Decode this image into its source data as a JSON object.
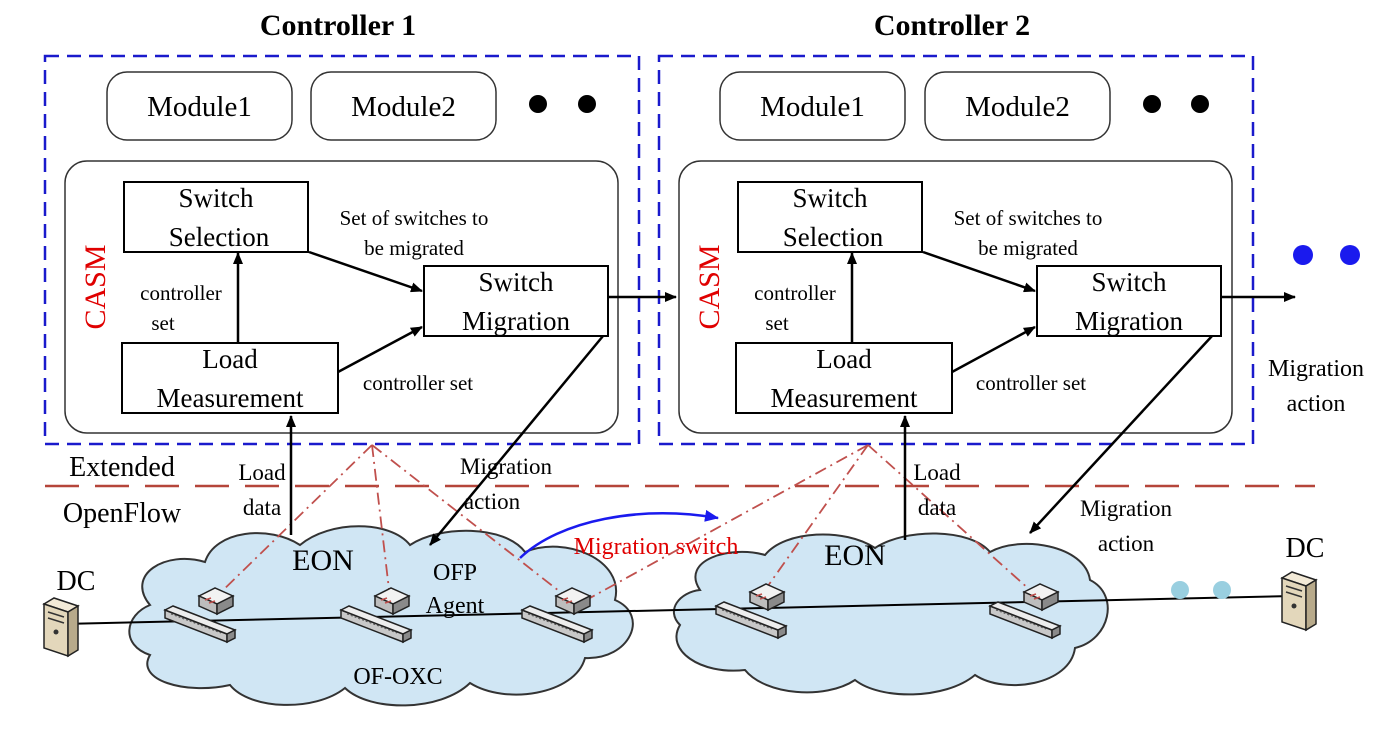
{
  "controllers": [
    {
      "title": "Controller 1",
      "modules": [
        "Module1",
        "Module2"
      ],
      "casm_label": "CASM",
      "switch_selection": [
        "Switch",
        "Selection"
      ],
      "switch_migration": [
        "Switch",
        "Migration"
      ],
      "load_measurement": [
        "Load",
        "Measurement"
      ],
      "set_of_switches": [
        "Set of switches to",
        "be migrated"
      ],
      "controller_set_vertical": [
        "controller",
        "set"
      ],
      "controller_set_bottom": "controller set"
    },
    {
      "title": "Controller 2",
      "modules": [
        "Module1",
        "Module2"
      ],
      "casm_label": "CASM",
      "switch_selection": [
        "Switch",
        "Selection"
      ],
      "switch_migration": [
        "Switch",
        "Migration"
      ],
      "load_measurement": [
        "Load",
        "Measurement"
      ],
      "set_of_switches": [
        "Set of switches to",
        "be migrated"
      ],
      "controller_set_vertical": [
        "controller",
        "set"
      ],
      "controller_set_bottom": "controller set"
    }
  ],
  "protocol_label": [
    "Extended",
    "OpenFlow"
  ],
  "load_data_label": [
    "Load",
    "data"
  ],
  "migration_action_label": [
    "Migration",
    "action"
  ],
  "right_migration_action": [
    "Migration",
    "action"
  ],
  "migration_switch_label": "Migration switch",
  "network_label": "EON",
  "ofp_agent_label": [
    "OFP",
    "Agent"
  ],
  "of_oxc_label": "OF-OXC",
  "dc_label": "DC",
  "colors": {
    "controller_border": "#1a1acc",
    "casm_text": "#e00000",
    "openflow_line": "#b5453a",
    "dash_dot_line": "#c0504d",
    "migration_arrow": "#1a1aee",
    "cloud_fill": "#d0e6f4",
    "dots_blue": "#1a1aee",
    "dots_light": "#99cfe0"
  }
}
